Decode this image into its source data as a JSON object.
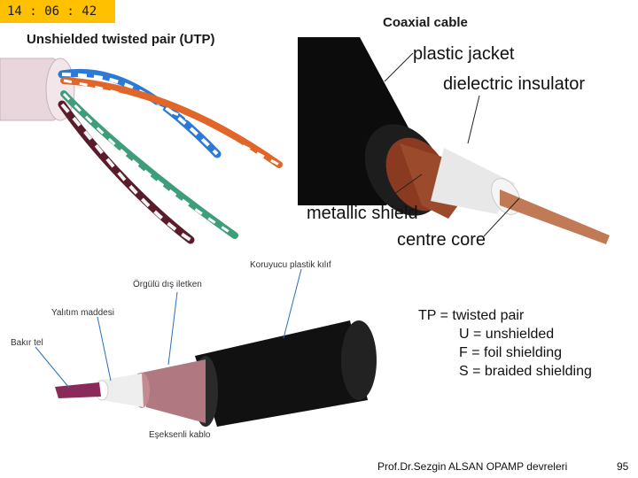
{
  "timer": {
    "text": "14 : 06 : 42"
  },
  "utp": {
    "title": "Unshielded twisted pair (UTP)"
  },
  "coax": {
    "title": "Coaxial cable",
    "labels": {
      "jacket": "plastic jacket",
      "dielectric": "dielectric insulator",
      "shield": "metallic shield",
      "core": "centre core"
    }
  },
  "coax_tr": {
    "labels": {
      "jacket": "Koruyucu plastik kılıf",
      "braid": "Örgülü dış iletken",
      "insulation": "Yalıtım maddesi",
      "copper": "Bakır tel",
      "caption": "Eşeksenli kablo"
    }
  },
  "tp": {
    "line1": "TP = twisted pair",
    "line2": "U = unshielded",
    "line3": "F = foil shielding",
    "line4": "S = braided shielding"
  },
  "footer": {
    "text": "Prof.Dr.Sezgin ALSAN OPAMP devreleri",
    "page": "95"
  },
  "colors": {
    "timer_bg": "#ffc000",
    "jacket": "#111111",
    "copper": "#b06a4a"
  }
}
